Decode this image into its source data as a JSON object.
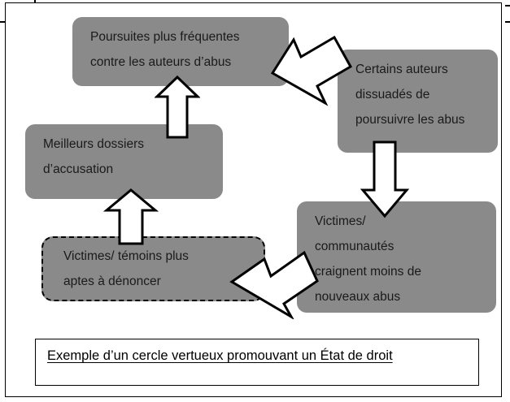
{
  "diagram": {
    "title": "Exemple d’un cercle vertueux promouvant un État de droit",
    "fill_color": "#8a8a8a",
    "text_color": "#1a1a1a",
    "arrow_fill": "#ffffff",
    "arrow_outline": "#000000",
    "nodes": [
      {
        "id": "poursuites",
        "label": "Poursuites plus fréquentes\ncontre les auteurs d’abus",
        "border_style": "none"
      },
      {
        "id": "certains-auteurs",
        "label": "Certains auteurs\ndissuadés de\npoursuivre les abus",
        "border_style": "none"
      },
      {
        "id": "meilleurs-dossiers",
        "label": "Meilleurs dossiers\nd’accusation",
        "border_style": "none"
      },
      {
        "id": "victimes-communautes",
        "label": "Victimes/\ncommunautés\ncraignent moins de\nnouveaux abus",
        "border_style": "none"
      },
      {
        "id": "victimes-temoins",
        "label": "Victimes/ témoins plus\naptes à dénoncer",
        "border_style": "dashed"
      }
    ],
    "arrows": [
      {
        "id": "meilleurs-to-poursuites",
        "from": "meilleurs-dossiers",
        "to": "poursuites",
        "direction": "up"
      },
      {
        "id": "poursuites-to-certains",
        "from": "poursuites",
        "to": "certains-auteurs",
        "direction": "down-right"
      },
      {
        "id": "certains-to-victimes-com",
        "from": "certains-auteurs",
        "to": "victimes-communautes",
        "direction": "down"
      },
      {
        "id": "victimes-com-to-temoins",
        "from": "victimes-communautes",
        "to": "victimes-temoins",
        "direction": "down-left"
      },
      {
        "id": "temoins-to-meilleurs",
        "from": "victimes-temoins",
        "to": "meilleurs-dossiers",
        "direction": "up"
      }
    ]
  }
}
